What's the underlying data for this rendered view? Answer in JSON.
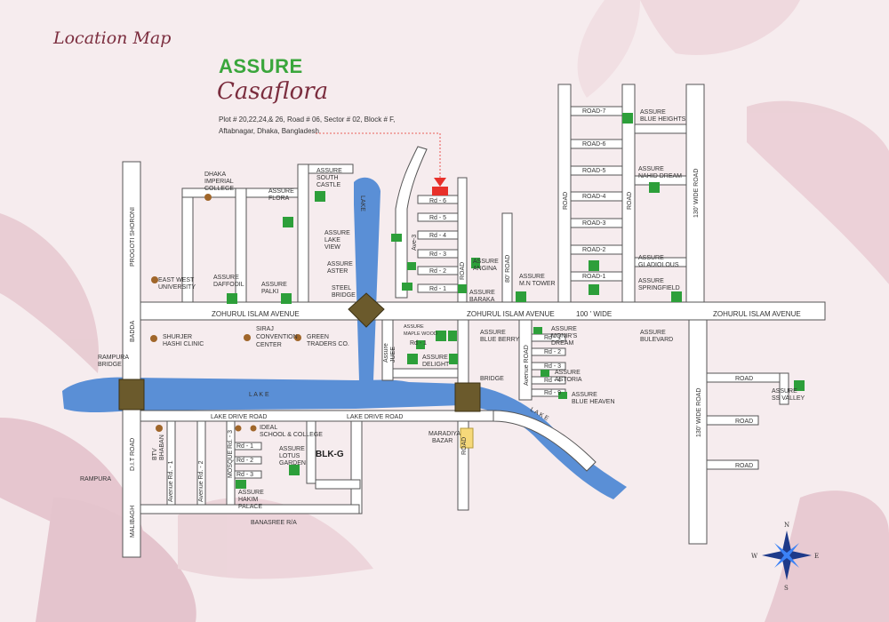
{
  "page": {
    "title": "Location Map"
  },
  "project": {
    "brand": "ASSURE",
    "name": "Casaflora",
    "address_line1": "Plot # 20,22,24,& 26, Road # 06, Sector # 02, Block # F,",
    "address_line2": "Aftabnagar, Dhaka, Bangladesh"
  },
  "colors": {
    "background": "#f6ecee",
    "road": "#ffffff",
    "road_edge": "#555555",
    "lake": "#5a8fd6",
    "project": "#2d9f3a",
    "bridge": "#6b5a2c",
    "marker": "#e8302a",
    "title": "#7b2d3e",
    "brand": "#3aa63c"
  },
  "compass": {
    "n": "N",
    "s": "S",
    "e": "E",
    "w": "W"
  },
  "labels": {
    "dhaka_imperial_1": "DHAKA",
    "dhaka_imperial_2": "IMPERIAL",
    "dhaka_imperial_3": "COLLEGE",
    "flora_1": "ASSURE",
    "flora_2": "FLORA",
    "south_castle_1": "ASSURE",
    "south_castle_2": "SOUTH",
    "south_castle_3": "CASTLE",
    "lake_view_1": "ASSURE",
    "lake_view_2": "LAKE",
    "lake_view_3": "VIEW",
    "aster_1": "ASSURE",
    "aster_2": "ASTER",
    "angina_1": "ASSURE",
    "angina_2": "ANGINA",
    "baraka_1": "ASSURE",
    "baraka_2": "BARAKA",
    "mn_tower_1": "ASSURE",
    "mn_tower_2": "M.N TOWER",
    "blue_heights_1": "ASSURE",
    "blue_heights_2": "BLUE HEIGHTS",
    "nahid_dream_1": "ASSURE",
    "nahid_dream_2": "NAHID DREAM",
    "gladiolous_1": "ASSURE",
    "gladiolous_2": "GLADIOLOUS",
    "springfield_1": "ASSURE",
    "springfield_2": "SPRINGFIELD",
    "bulevard_1": "ASSURE",
    "bulevard_2": "BULEVARD",
    "east_west_1": "EAST WEST",
    "east_west_2": "UNIVERSITY",
    "daffodil_1": "ASSURE",
    "daffodil_2": "DAFFODIL",
    "palki_1": "ASSURE",
    "palki_2": "PALKI",
    "steel_bridge_1": "STEEL",
    "steel_bridge_2": "BRIDGE",
    "zia_avenue": "ZOHURUL ISLAM AVENUE",
    "zia_avenue_2": "ZOHURUL ISLAM AVENUE",
    "zia_avenue_3": "ZOHURUL ISLAM AVENUE",
    "hundred_wide": "100 ' WIDE",
    "shurjer_1": "SHURJER",
    "shurjer_2": "HASHI CLINIC",
    "siraj_1": "SIRAJ",
    "siraj_2": "CONVENTION",
    "siraj_3": "CENTER",
    "green_1": "GREEN",
    "green_2": "TRADERS CO.",
    "maple_1": "ASSURE",
    "maple_2": "MAPLE WOOD",
    "delight_1": "ASSURE",
    "delight_2": "DELIGHT",
    "juee_1": "Assure",
    "juee_2": "JUEE",
    "blue_berry_1": "ASSURE",
    "blue_berry_2": "BLUE BERRY",
    "monir_1": "ASSURE",
    "monir_2": "MONIR'S",
    "monir_3": "DREAM",
    "astoria_1": "ASSURE",
    "astoria_2": "ASTORIA",
    "blue_heaven_1": "ASSURE",
    "blue_heaven_2": "BLUE HEAVEN",
    "ss_valley_1": "ASSURE",
    "ss_valley_2": "SS VALLEY",
    "rampura_bridge_1": "RAMPURA",
    "rampura_bridge_2": "BRIDGE",
    "bridge": "BRIDGE",
    "lake": "L A K E",
    "lake_vertical": "LAKE",
    "lake_curve": "L A K E",
    "lake_drive_1": "LAKE DRIVE ROAD",
    "lake_drive_2": "LAKE DRIVE ROAD",
    "ideal_1": "IDEAL",
    "ideal_2": "SCHOOL & COLLEGE",
    "lotus_1": "ASSURE",
    "lotus_2": "LOTUS",
    "lotus_3": "GARDEN",
    "blk_g": "BLK-G",
    "hakim_1": "ASSURE",
    "hakim_2": "HAKIM",
    "hakim_3": "PALACE",
    "banasree": "BANASREE R/A",
    "maradiya_1": "MARADIYA",
    "maradiya_2": "BAZAR",
    "rampura": "RAMPURA",
    "progoti": "PROGOTI SHORONI",
    "badda": "BADDA",
    "dit_road": "D.I.T ROAD",
    "malibagh": "MALIBAGH",
    "btv_1": "BTV",
    "btv_2": "BHABAN",
    "avenue_rd1": "Avenue Rd. - 1",
    "avenue_rd2": "Avenue Rd. - 2",
    "mosque_rd3": "MOSQUE Rd. - 3",
    "avenue_road": "Avenue ROAD",
    "road_left_col": "ROAD",
    "road_mid_col": "ROAD",
    "road_near_proj": "ROAD",
    "road_80": "80' ROAD",
    "road_drive_v": "ROAD",
    "wide130_top": "130' WIDE ROAD",
    "wide130_bot": "130' WIDE ROAD",
    "road_east_1": "ROAD",
    "road_east_2": "ROAD",
    "road_east_3": "ROAD",
    "road_7": "ROAD-7",
    "road_6": "ROAD-6",
    "road_5": "ROAD-5",
    "road_4": "ROAD-4",
    "road_3": "ROAD-3",
    "road_2": "ROAD-2",
    "road_1": "ROAD-1",
    "rd6": "Rd - 6",
    "rd5": "Rd - 5",
    "rd4": "Rd - 4",
    "rd3": "Rd - 3",
    "rd2": "Rd - 2",
    "rd1": "Rd - 1",
    "rd1_maple": "Rd - 1",
    "ave3": "Ave-3",
    "rd1_e": "Rd - 1",
    "rd2_e": "Rd - 2",
    "rd3_e": "Rd - 3",
    "rd4_e": "Rd - 4",
    "rd9_e": "Rd - 9",
    "rd1_s": "Rd - 1",
    "rd2_s": "Rd - 2",
    "rd3_s": "Rd - 3"
  }
}
